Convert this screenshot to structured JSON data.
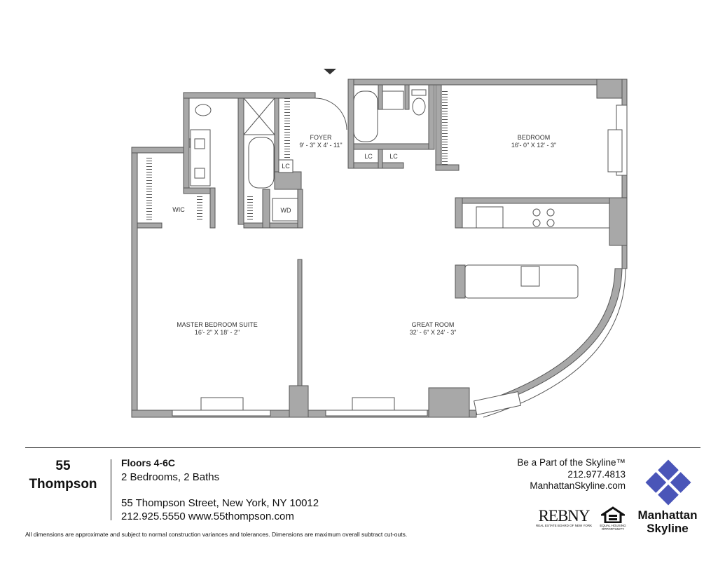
{
  "floorplan": {
    "rooms": {
      "foyer": {
        "name": "FOYER",
        "dims": "9' - 3\" X 4' - 11\""
      },
      "bedroom": {
        "name": "BEDROOM",
        "dims": "16'- 0\" X 12' - 3\""
      },
      "master": {
        "name": "MASTER BEDROOM SUITE",
        "dims": "16'- 2\" X 18' - 2\""
      },
      "great_room": {
        "name": "GREAT ROOM",
        "dims": "32' - 6\" X 24' - 3\""
      },
      "wic": "WIC",
      "lc": "LC",
      "wd": "WD"
    },
    "entry_marker_icon": "triangle-down",
    "wall_color": "#a8a8a8"
  },
  "building": {
    "name_line1": "55",
    "name_line2": "Thompson"
  },
  "unit": {
    "floors": "Floors 4-6C",
    "layout": "2 Bedrooms, 2 Baths",
    "address": "55 Thompson Street, New York, NY 10012",
    "contact": "212.925.5550 www.55thompson.com"
  },
  "broker": {
    "tagline": "Be a Part of the Skyline™",
    "phone": "212.977.4813",
    "website": "ManhattanSkyline.com",
    "logo_line1": "Manhattan",
    "logo_line2": "Skyline",
    "logo_color": "#4a55b8"
  },
  "rebny": {
    "name": "REBNY",
    "sub": "REAL ESTATE BOARD OF NEW YORK"
  },
  "equal_housing": {
    "line1": "EQUAL HOUSING",
    "line2": "OPPORTUNITY"
  },
  "disclaimer": "All dimensions are approximate and subject to normal construction variances and tolerances. Dimensions are maximum overall subtract cut-outs."
}
